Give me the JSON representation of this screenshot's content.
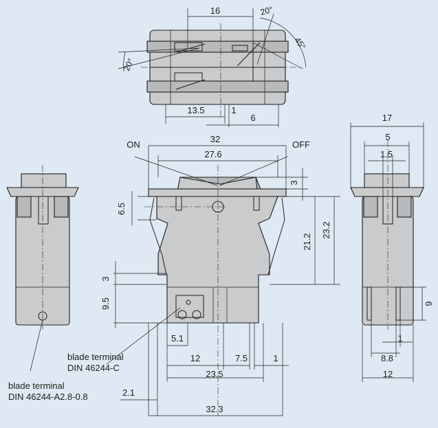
{
  "dims": {
    "top_16": "16",
    "top_angle_20a": "20°",
    "top_angle_45": "45°",
    "top_angle_20b": "20°",
    "top_13_5": "13.5",
    "top_1": "1",
    "top_6": "6",
    "front_on": "ON",
    "front_off": "OFF",
    "front_32": "32",
    "front_27_6": "27.6",
    "front_3a": "3",
    "front_6_5": "6.5",
    "front_23_2": "23.2",
    "front_21_2": "21.2",
    "front_3b": "3",
    "front_9_5": "9.5",
    "front_5_1": "5.1",
    "front_12": "12",
    "front_7_5": "7.5",
    "front_1": "1",
    "front_23_5": "23.5",
    "front_2_1": "2.1",
    "front_32_3": "32.3",
    "side_17": "17",
    "side_5": "5",
    "side_1_5": "1.5",
    "side_9": "9",
    "side_1": "1",
    "side_8_8": "8.8",
    "side_12": "12"
  },
  "labels": {
    "blade_c_line1": "blade terminal",
    "blade_c_line2": "DIN 46244-C",
    "blade_a_line1": "blade terminal",
    "blade_a_line2": "DIN 46244-A2.8-0.8"
  }
}
